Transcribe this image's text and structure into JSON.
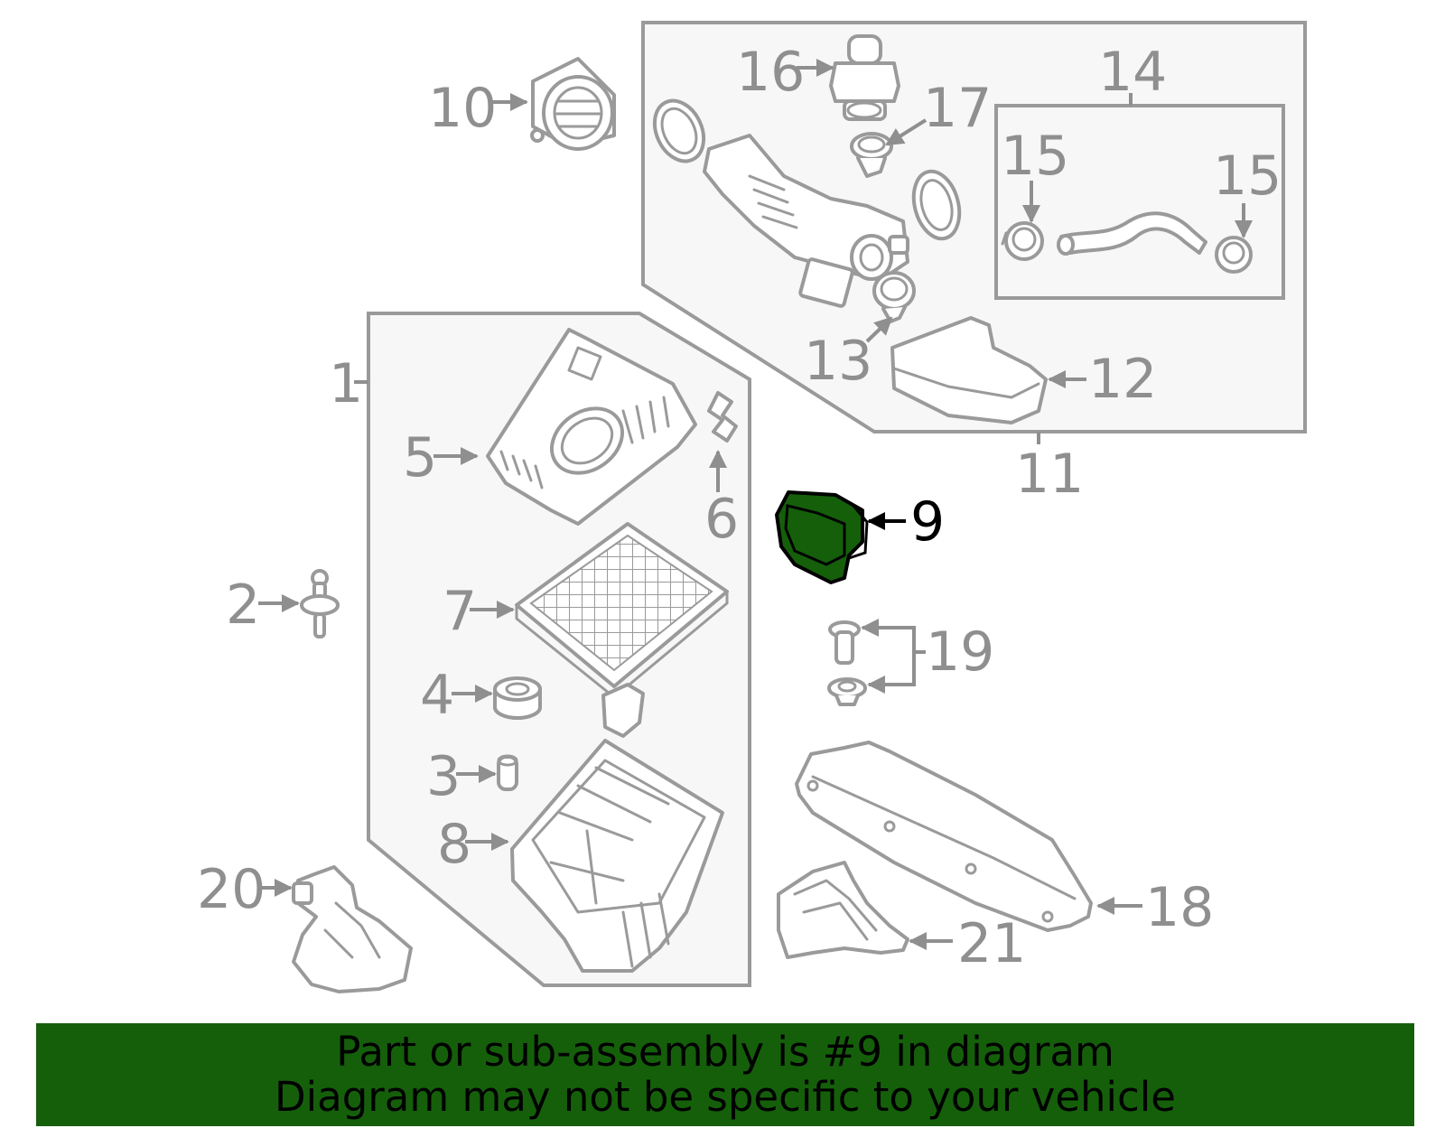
{
  "diagram": {
    "highlight_color": "#155f0b",
    "part_labels": {
      "p1": "1",
      "p2": "2",
      "p3": "3",
      "p4": "4",
      "p5": "5",
      "p6": "6",
      "p7": "7",
      "p8": "8",
      "p9": "9",
      "p10": "10",
      "p11": "11",
      "p12": "12",
      "p13": "13",
      "p14": "14",
      "p15a": "15",
      "p15b": "15",
      "p16": "16",
      "p17": "17",
      "p18": "18",
      "p19": "19",
      "p20": "20",
      "p21": "21"
    }
  },
  "banner": {
    "background": "#155f0b",
    "line1": "Part or sub-assembly is #9 in diagram",
    "line2": "Diagram may not be specific to your vehicle"
  }
}
